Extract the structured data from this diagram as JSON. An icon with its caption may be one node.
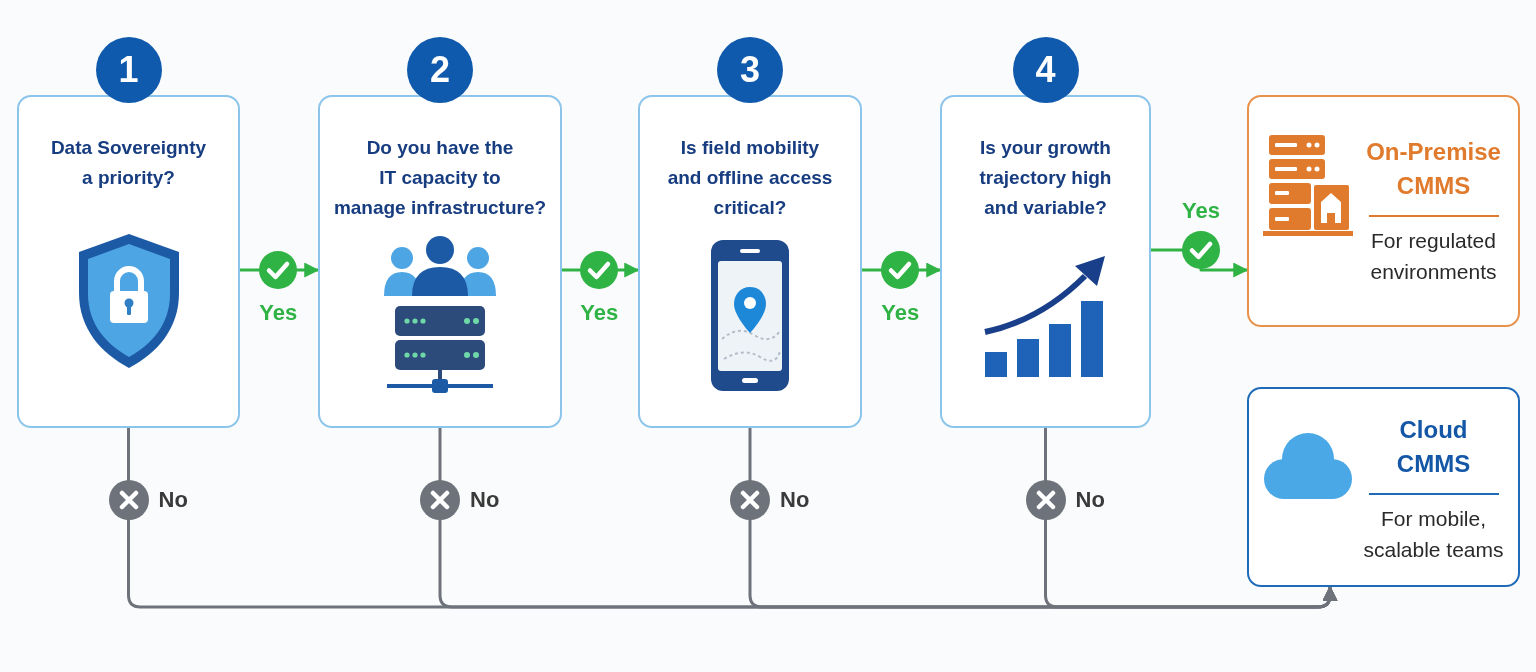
{
  "diagram": {
    "nodes": [
      {
        "text": [
          "1",
          "Data Sovereignty a priority?"
        ]
      },
      {
        "text": [
          "2",
          "Do you have the IT capacity to manage infrastructure?"
        ]
      },
      {
        "text": [
          "3",
          "Is field mobility and offline access critical?"
        ]
      },
      {
        "text": [
          "4",
          "Is your growth trajectory high and variable?"
        ]
      },
      {
        "text": [
          "On-Premise CMMS",
          "For regulated environments"
        ]
      },
      {
        "text": [
          "Cloud CMMS",
          "For mobile, scalable teams"
        ]
      }
    ],
    "edges": [
      {
        "from": 0,
        "to": 1,
        "arrow": "to",
        "label": "Yes",
        "color": "#2fb344"
      },
      {
        "from": 1,
        "to": 2,
        "arrow": "to",
        "label": "Yes",
        "color": "#2fb344"
      },
      {
        "from": 2,
        "to": 3,
        "arrow": "to",
        "label": "Yes",
        "color": "#2fb344"
      },
      {
        "from": 3,
        "to": 4,
        "arrow": "to",
        "label": "Yes",
        "color": "#2fb344"
      },
      {
        "from": 0,
        "to": 5,
        "arrow": "to",
        "label": "No",
        "color": "#6e727a"
      },
      {
        "from": 1,
        "to": 5,
        "arrow": "to",
        "label": "No",
        "color": "#6e727a"
      },
      {
        "from": 2,
        "to": 5,
        "arrow": "to",
        "label": "No",
        "color": "#6e727a"
      },
      {
        "from": 3,
        "to": 5,
        "arrow": "to",
        "label": "No",
        "color": "#6e727a"
      }
    ]
  }
}
